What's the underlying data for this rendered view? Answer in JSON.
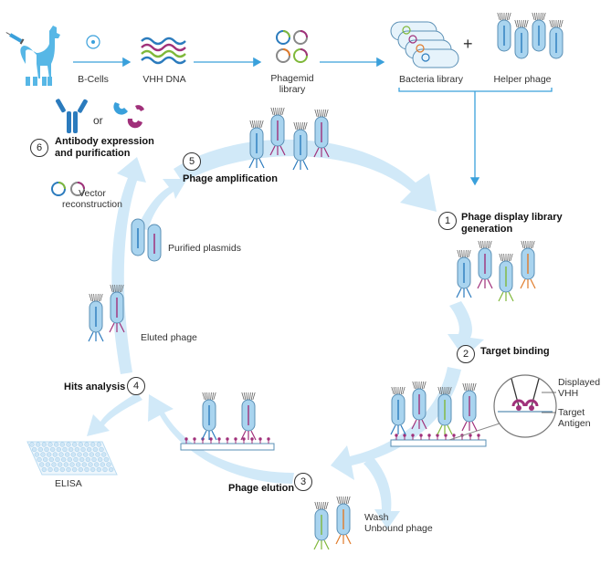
{
  "top_flow": {
    "b_cells": "B-Cells",
    "vhh_dna": "VHH DNA",
    "phagemid_library": [
      "Phagemid",
      "library"
    ],
    "plus": "+",
    "bacteria_library": "Bacteria library",
    "helper_phage": "Helper phage"
  },
  "steps": [
    {
      "number": "1",
      "label": [
        "Phage display library",
        "generation"
      ]
    },
    {
      "number": "2",
      "label": [
        "Target binding"
      ]
    },
    {
      "number": "3",
      "label": [
        "Phage elution"
      ]
    },
    {
      "number": "4",
      "label": [
        "Hits analysis"
      ]
    },
    {
      "number": "5",
      "label": [
        "Phage amplification"
      ]
    },
    {
      "number": "6",
      "label": [
        "Antibody expression",
        "and purification"
      ]
    }
  ],
  "labels": {
    "or": "or",
    "vector_reconstruction": [
      "Vector",
      "reconstruction"
    ],
    "purified_plasmids": "Purified plasmids",
    "eluted_phage": "Eluted phage",
    "elisa": "ELISA",
    "wash": [
      "Wash",
      "Unbound phage"
    ],
    "displayed_vhh": [
      "Displayed",
      "VHH"
    ],
    "target_antigen": [
      "Target",
      "Antigen"
    ]
  },
  "colors": {
    "cycle_arrow": "#cfe8f8",
    "flow_arrow": "#3aa0db",
    "phage_body": "#a9d4ef",
    "phage_stroke": "#5a8fb5",
    "vhh_blue": "#2b7bbd",
    "vhh_purple": "#a0307a",
    "vhh_green": "#7fb83a",
    "vhh_orange": "#e07a2a",
    "llama": "#57b7e6"
  }
}
